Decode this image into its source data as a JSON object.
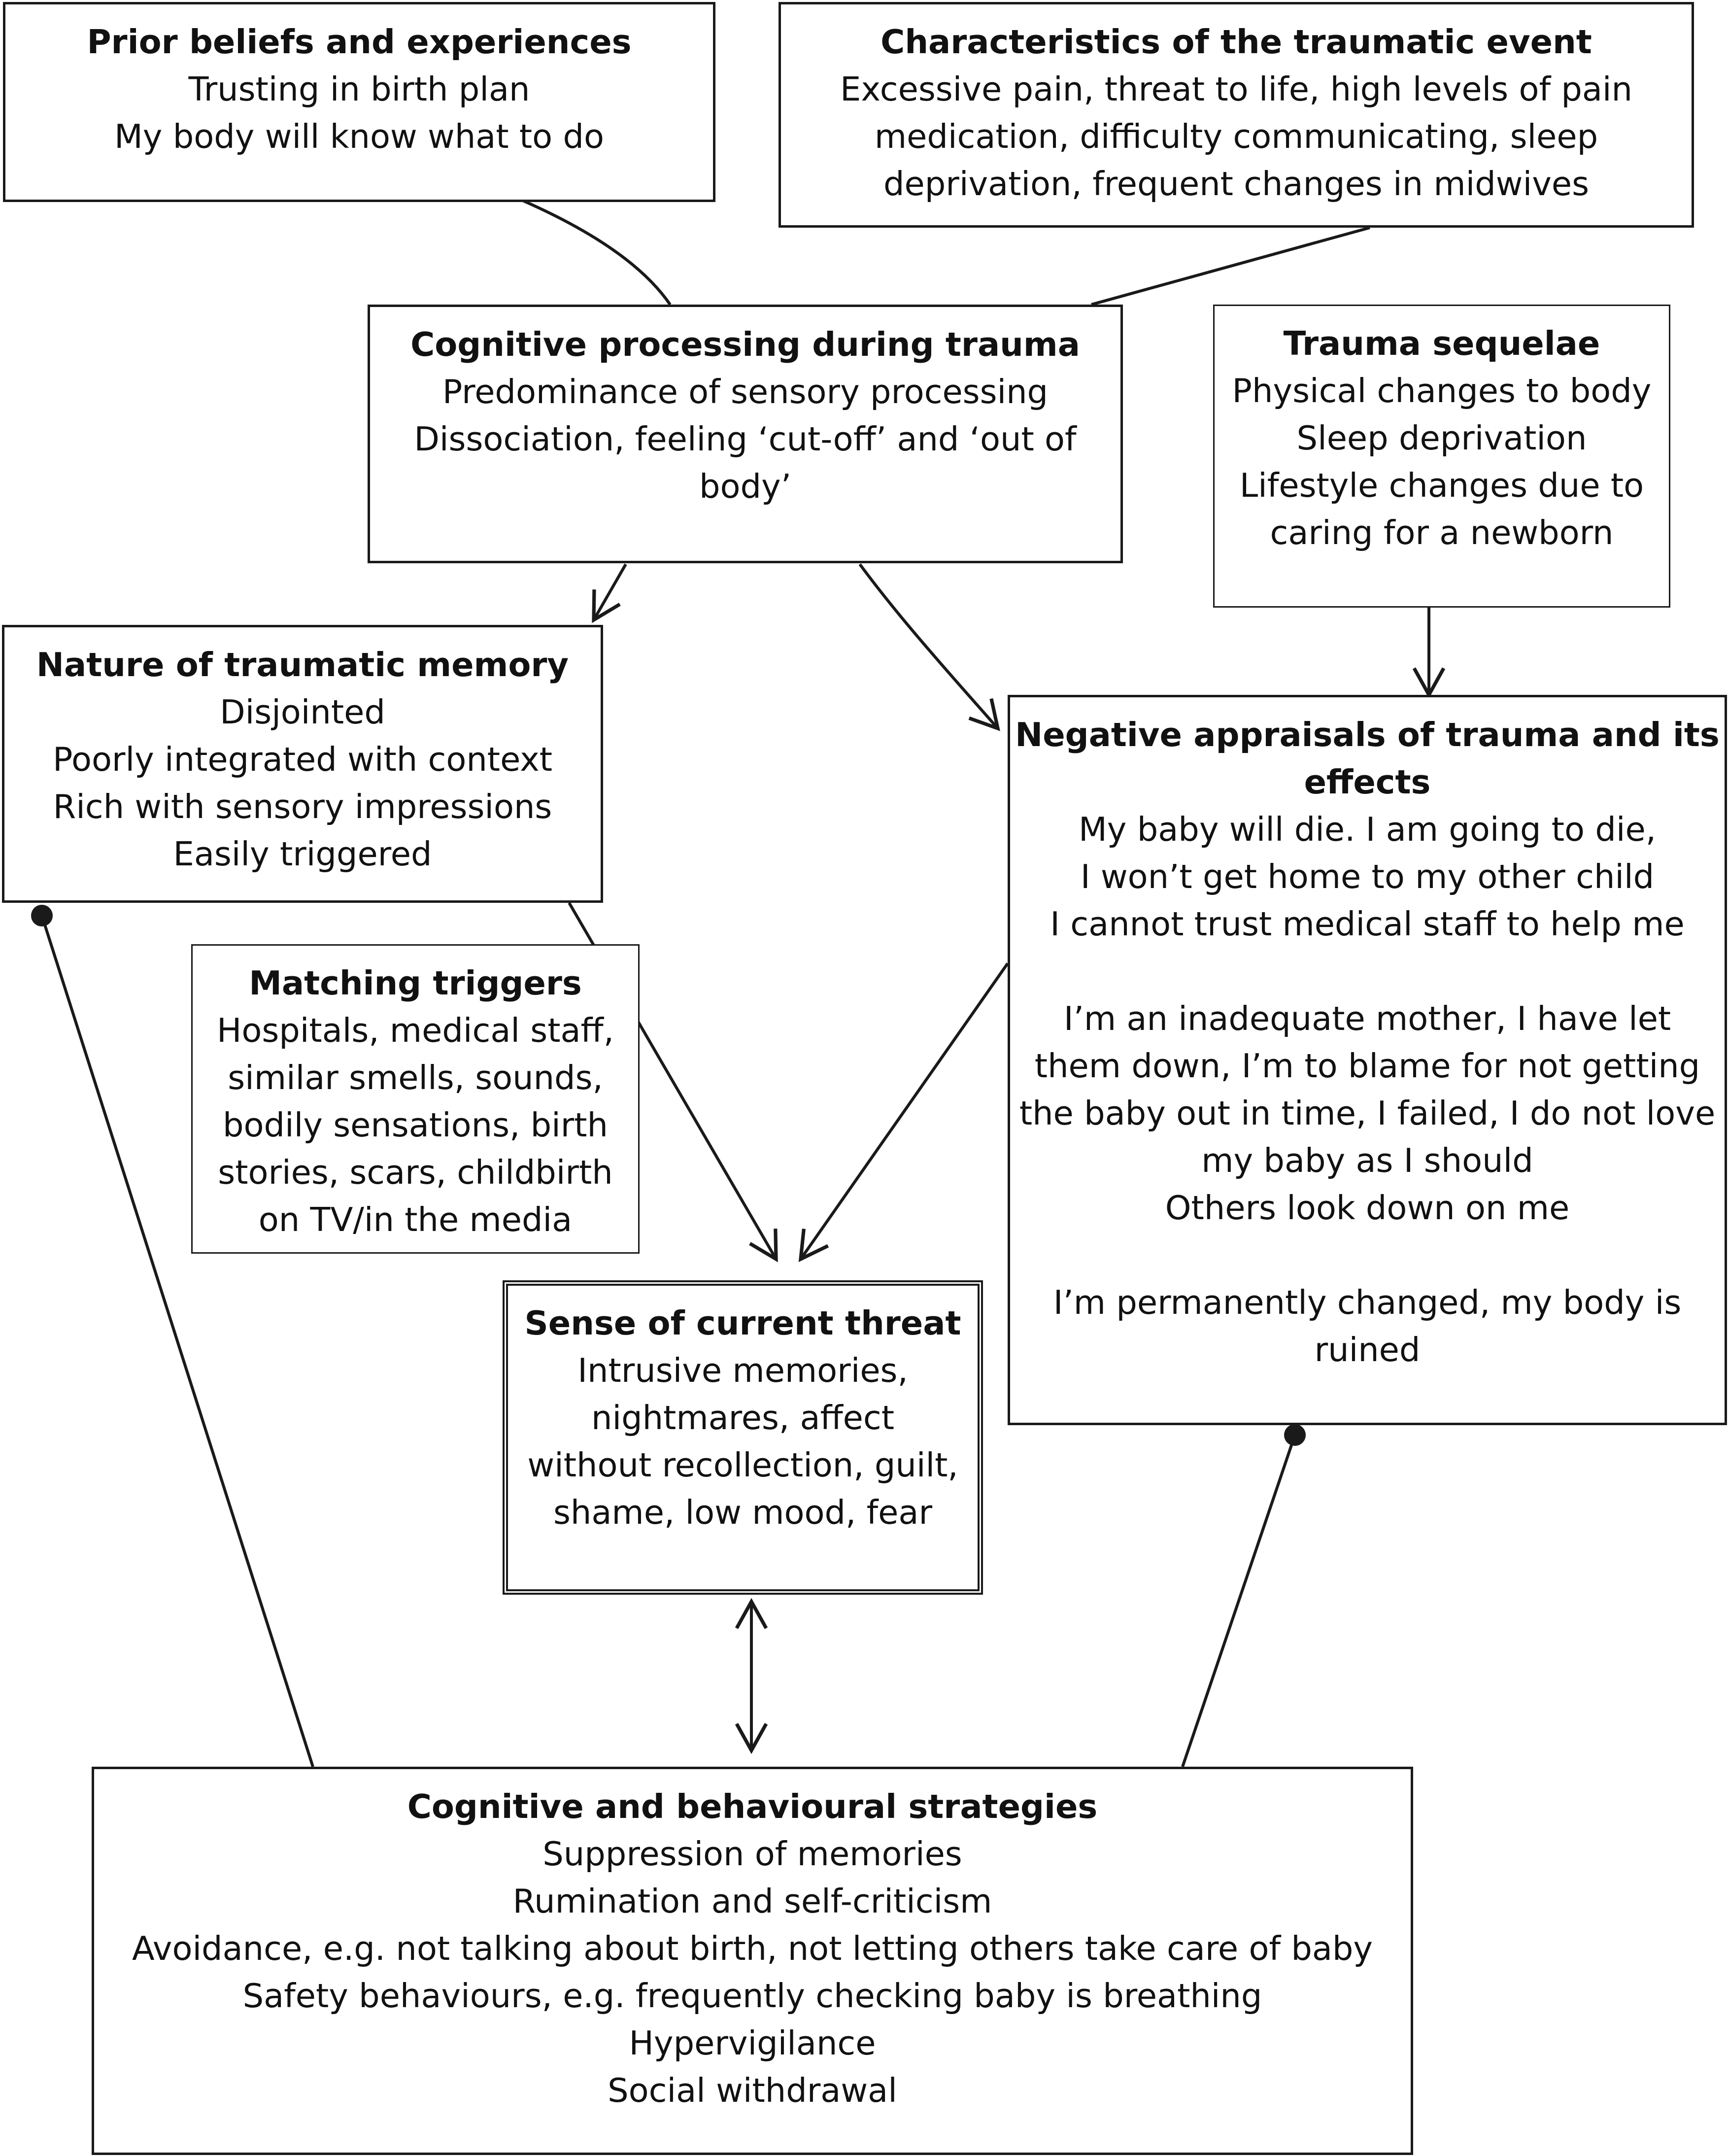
{
  "boxes": {
    "prior_beliefs": {
      "title": "Prior beliefs and experiences",
      "lines": [
        "Trusting in birth plan",
        "My body will know what to do"
      ]
    },
    "event_characteristics": {
      "title": "Characteristics of the traumatic event",
      "lines": [
        "Excessive pain, threat to life, high levels of pain",
        "medication, difficulty communicating, sleep",
        "deprivation, frequent changes in midwives"
      ]
    },
    "cognitive_processing": {
      "title": "Cognitive processing during trauma",
      "lines": [
        "Predominance of sensory processing",
        "Dissociation, feeling ‘cut-off’ and ‘out of",
        "body’"
      ]
    },
    "trauma_sequelae": {
      "title": "Trauma sequelae",
      "lines": [
        "Physical changes to body",
        "Sleep deprivation",
        "Lifestyle changes due to",
        "caring for a newborn"
      ]
    },
    "traumatic_memory": {
      "title": "Nature of traumatic memory",
      "lines": [
        "Disjointed",
        "Poorly integrated with context",
        "Rich with sensory impressions",
        "Easily triggered"
      ]
    },
    "negative_appraisals": {
      "title_lines": [
        "Negative appraisals of trauma and its",
        "effects"
      ],
      "lines": [
        "My baby will die. I am going to die,",
        "I won’t get home to my other child",
        "I cannot trust medical staff to help me",
        "",
        "I’m an inadequate mother, I have let",
        "them down, I’m to blame for not getting",
        "the baby out in time, I failed, I do not love",
        "my baby as I should",
        "Others look down on me",
        "",
        "I’m permanently changed, my body is",
        "ruined"
      ]
    },
    "matching_triggers": {
      "title": "Matching triggers",
      "lines": [
        "Hospitals, medical staff,",
        "similar smells, sounds,",
        "bodily sensations, birth",
        "stories, scars, childbirth",
        "on TV/in the media"
      ]
    },
    "current_threat": {
      "title": "Sense of current threat",
      "lines": [
        "Intrusive memories,",
        "nightmares, affect",
        "without recollection, guilt,",
        "shame, low mood, fear"
      ]
    },
    "strategies": {
      "title": "Cognitive and behavioural strategies",
      "lines": [
        "Suppression of memories",
        "Rumination and self-criticism",
        "Avoidance, e.g. not talking about birth, not letting others take care of baby",
        "Safety behaviours, e.g. frequently checking baby is breathing",
        "Hypervigilance",
        "Social withdrawal"
      ]
    }
  },
  "style": {
    "line_color": "#1a1a1a",
    "background": "#ffffff"
  }
}
